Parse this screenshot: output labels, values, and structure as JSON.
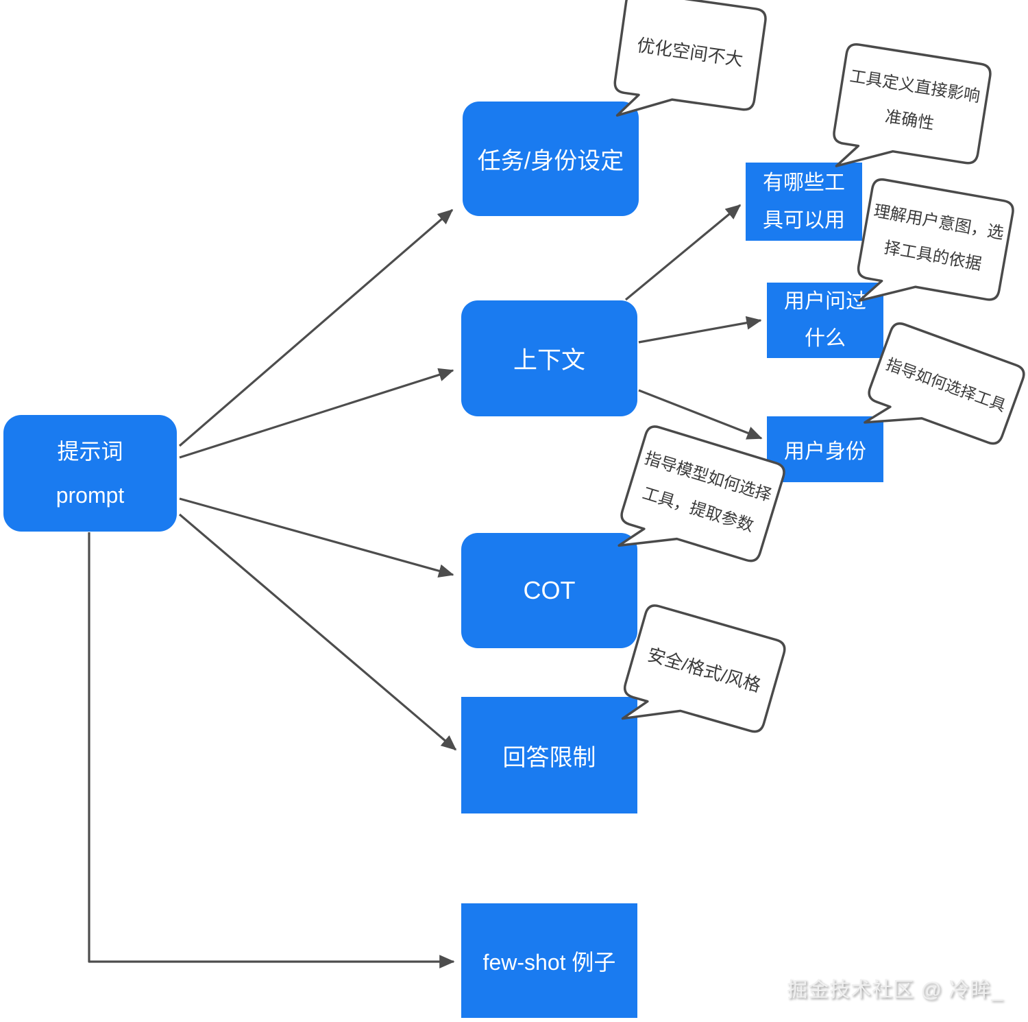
{
  "diagram": {
    "root": {
      "line1": "提示词",
      "line2": "prompt"
    },
    "level1": [
      {
        "label": "任务/身份设定"
      },
      {
        "label": "上下文"
      },
      {
        "label": "COT"
      },
      {
        "label": "回答限制"
      },
      {
        "label": "few-shot 例子"
      }
    ],
    "level2": [
      {
        "line1": "有哪些工",
        "line2": "具可以用"
      },
      {
        "line1": "用户问过",
        "line2": "什么"
      },
      {
        "label": "用户身份"
      }
    ],
    "bubbles": [
      {
        "text": "优化空间不大"
      },
      {
        "text": "工具定义直接影响准确性"
      },
      {
        "text": "理解用户意图，选择工具的依据"
      },
      {
        "text": "指导如何选择工具"
      },
      {
        "text": "指导模型如何选择工具，提取参数"
      },
      {
        "text": "安全/格式/风格"
      }
    ],
    "watermark": "掘金技术社区 @ 冷眸_",
    "colors": {
      "node_fill": "#1a7bf0",
      "node_text": "#ffffff",
      "bubble_border": "#4a4a4a",
      "bubble_text": "#3a3a3a",
      "arrow": "#4d4d4d",
      "background": "#ffffff"
    }
  }
}
